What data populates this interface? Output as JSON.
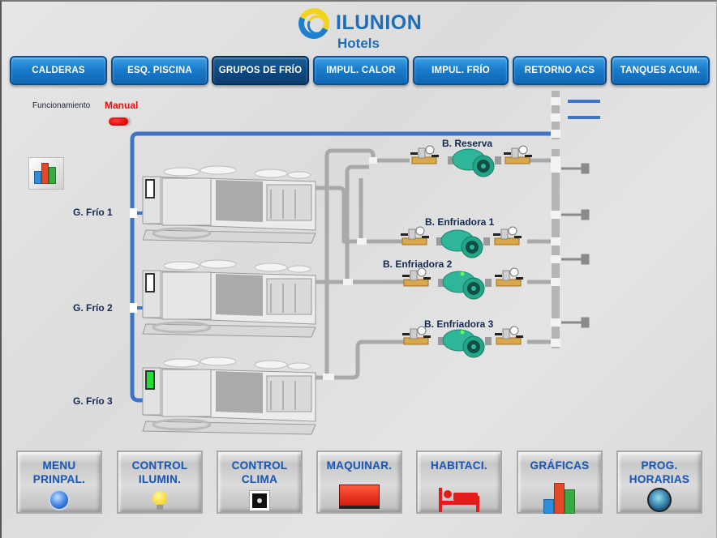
{
  "brand": {
    "name": "ILUNION",
    "subtitle": "Hotels",
    "colors": {
      "blue": "#1a6fb8",
      "yellow": "#f2d21a"
    }
  },
  "top_nav": [
    {
      "label": "CALDERAS",
      "active": false
    },
    {
      "label": "ESQ. PISCINA",
      "active": false
    },
    {
      "label": "GRUPOS DE FRÍO",
      "active": true
    },
    {
      "label": "IMPUL. CALOR",
      "active": false
    },
    {
      "label": "IMPUL. FRÍO",
      "active": false
    },
    {
      "label": "RETORNO ACS",
      "active": false
    },
    {
      "label": "TANQUES ACUM.",
      "active": false
    }
  ],
  "mode": {
    "label": "Funcionamiento",
    "value": "Manual",
    "led_color": "#e00000"
  },
  "chart_shortcut_icon": "bar-chart-icon",
  "chillers": [
    {
      "label": "G. Frío 1",
      "status": "off"
    },
    {
      "label": "G. Frío 2",
      "status": "off"
    },
    {
      "label": "G. Frío 3",
      "status": "on",
      "status_color": "#22dd33"
    }
  ],
  "pumps": [
    {
      "label": "B. Reserva",
      "running": false
    },
    {
      "label": "B. Enfriadora 1",
      "running": false
    },
    {
      "label": "B. Enfriadora 2",
      "running": true
    },
    {
      "label": "B. Enfriadora 3",
      "running": true
    }
  ],
  "bottom_nav": [
    {
      "line1": "MENU",
      "line2": "PRINPAL.",
      "icon": "home-orb-icon"
    },
    {
      "line1": "CONTROL",
      "line2": "ILUMIN.",
      "icon": "light-bulb-icon"
    },
    {
      "line1": "CONTROL",
      "line2": "CLIMA",
      "icon": "thermostat-icon"
    },
    {
      "line1": "MAQUINAR.",
      "line2": "",
      "icon": "generator-icon"
    },
    {
      "line1": "HABITACI.",
      "line2": "",
      "icon": "bed-icon"
    },
    {
      "line1": "GRÁFICAS",
      "line2": "",
      "icon": "bar-chart-icon"
    },
    {
      "line1": "PROG.",
      "line2": "HORARIAS",
      "icon": "clock-icon"
    }
  ]
}
